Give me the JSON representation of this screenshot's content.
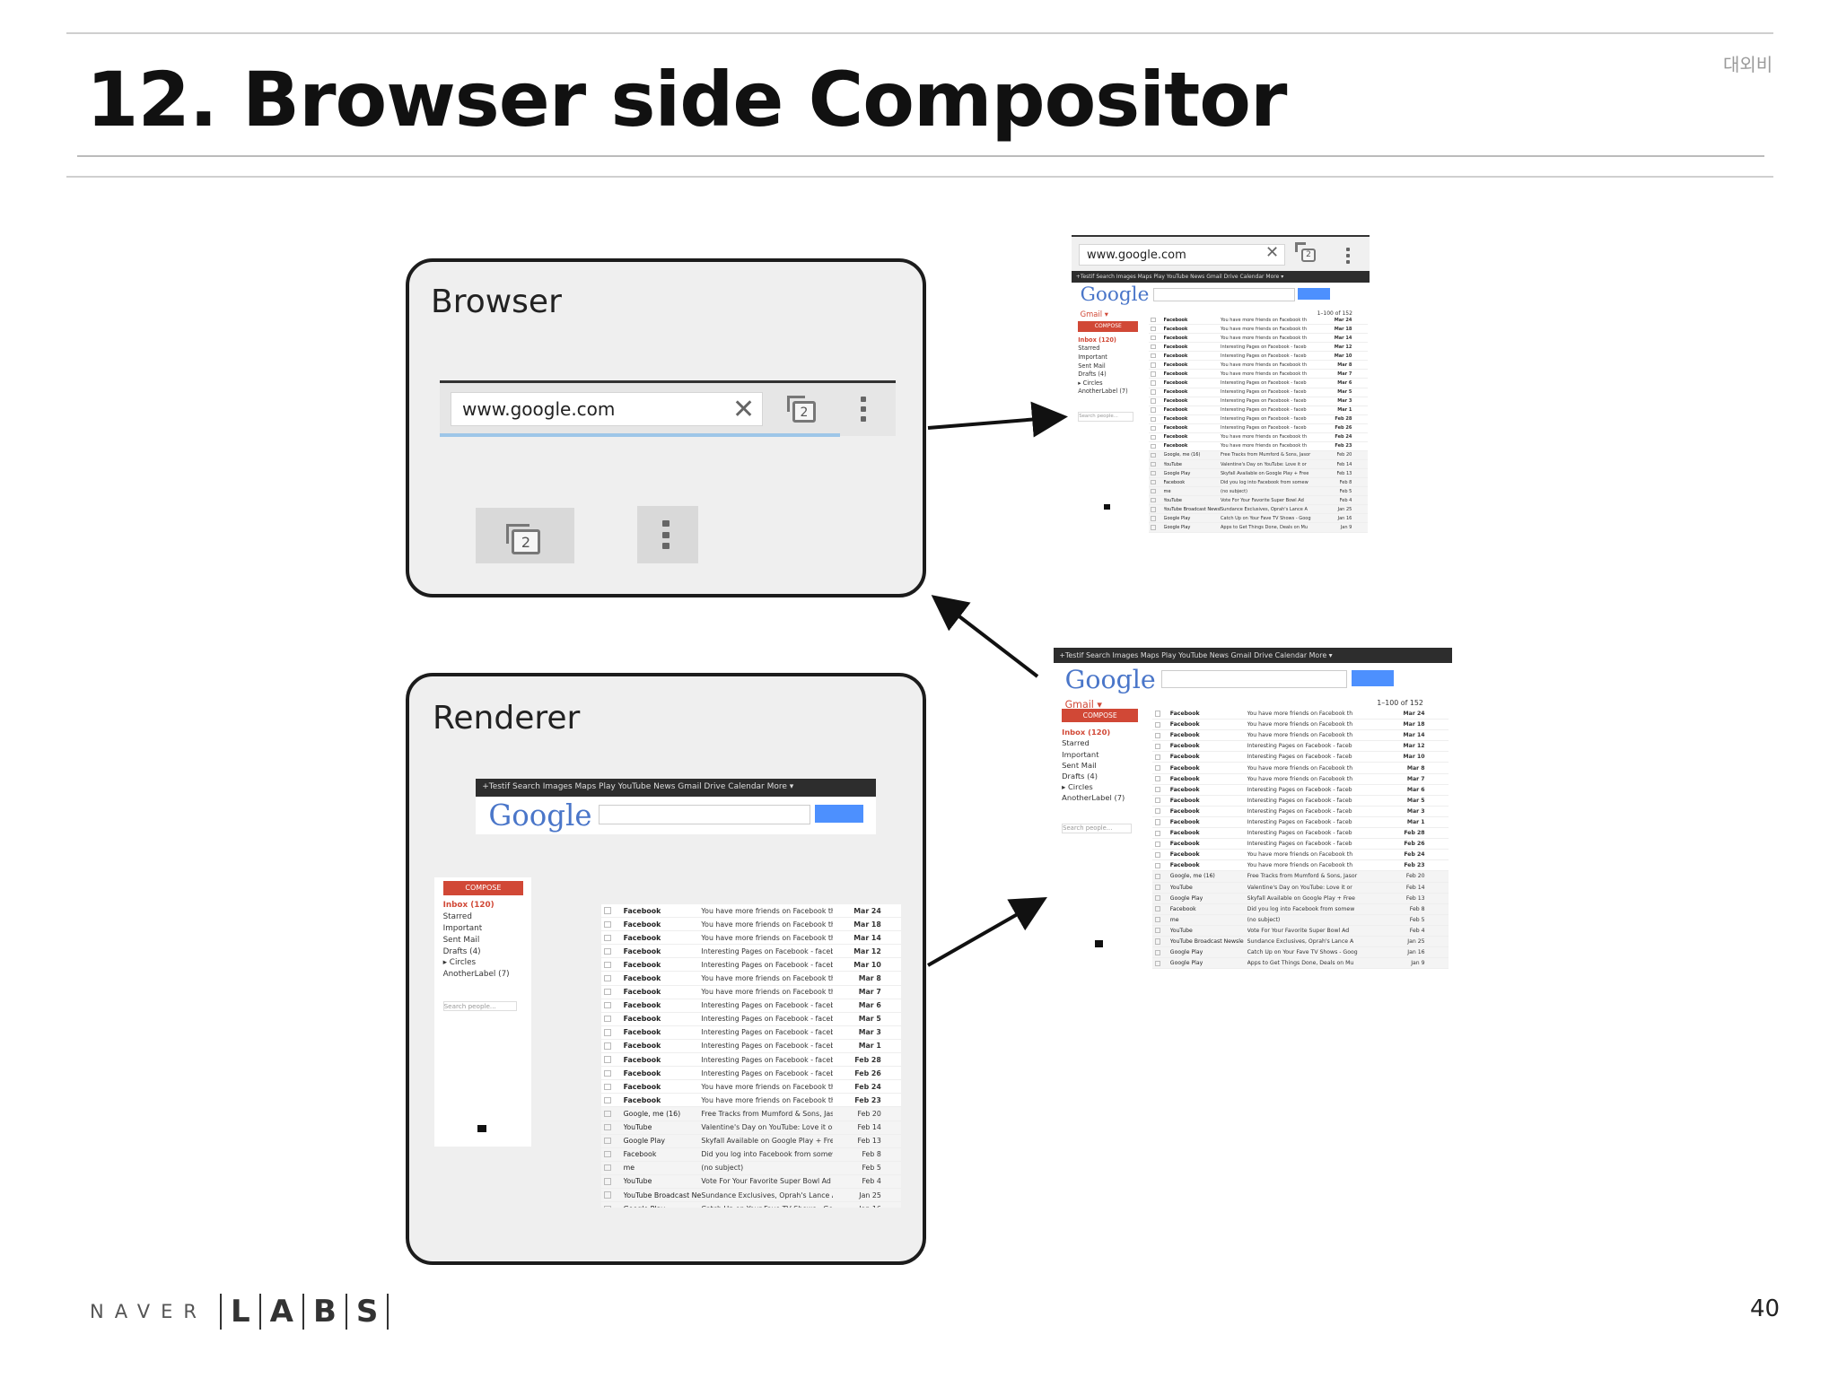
{
  "slide": {
    "title": "12. Browser side Compositor",
    "confidential_label": "대외비",
    "page_number": "40",
    "logo_naver": "NAVER",
    "logo_labs": [
      "L",
      "A",
      "B",
      "S"
    ]
  },
  "browser_box": {
    "label": "Browser",
    "url": "www.google.com",
    "tab_count": "2"
  },
  "renderer_box": {
    "label": "Renderer"
  },
  "composited_view": {
    "url": "www.google.com",
    "tab_count": "2"
  },
  "gmail": {
    "logo": "Google",
    "label": "Gmail ▾",
    "compose": "COMPOSE",
    "nav": [
      "Inbox (120)",
      "Starred",
      "Important",
      "Sent Mail",
      "Drafts (4)",
      "▸ Circles",
      "AnotherLabel (7)"
    ],
    "search_people": "Search people...",
    "topbar": "+Testif   Search   Images   Maps   Play   YouTube   News   Gmail   Drive   Calendar   More ▾",
    "count": "1–100 of 152",
    "rows": [
      {
        "from": "Facebook",
        "subject": "You have more friends on Facebook th",
        "date": "Mar 24"
      },
      {
        "from": "Facebook",
        "subject": "You have more friends on Facebook th",
        "date": "Mar 18"
      },
      {
        "from": "Facebook",
        "subject": "You have more friends on Facebook th",
        "date": "Mar 14"
      },
      {
        "from": "Facebook",
        "subject": "Interesting Pages on Facebook - faceb",
        "date": "Mar 12"
      },
      {
        "from": "Facebook",
        "subject": "Interesting Pages on Facebook - faceb",
        "date": "Mar 10"
      },
      {
        "from": "Facebook",
        "subject": "You have more friends on Facebook th",
        "date": "Mar 8"
      },
      {
        "from": "Facebook",
        "subject": "You have more friends on Facebook th",
        "date": "Mar 7"
      },
      {
        "from": "Facebook",
        "subject": "Interesting Pages on Facebook - faceb",
        "date": "Mar 6"
      },
      {
        "from": "Facebook",
        "subject": "Interesting Pages on Facebook - faceb",
        "date": "Mar 5"
      },
      {
        "from": "Facebook",
        "subject": "Interesting Pages on Facebook - faceb",
        "date": "Mar 3"
      },
      {
        "from": "Facebook",
        "subject": "Interesting Pages on Facebook - faceb",
        "date": "Mar 1"
      },
      {
        "from": "Facebook",
        "subject": "Interesting Pages on Facebook - faceb",
        "date": "Feb 28"
      },
      {
        "from": "Facebook",
        "subject": "Interesting Pages on Facebook - faceb",
        "date": "Feb 26"
      },
      {
        "from": "Facebook",
        "subject": "You have more friends on Facebook th",
        "date": "Feb 24"
      },
      {
        "from": "Facebook",
        "subject": "You have more friends on Facebook th",
        "date": "Feb 23"
      },
      {
        "from": "Google, me (16)",
        "subject": "Free Tracks from Mumford & Sons, Jasor",
        "date": "Feb 20"
      },
      {
        "from": "YouTube",
        "subject": "Valentine's Day on YouTube: Love it or",
        "date": "Feb 14"
      },
      {
        "from": "Google Play",
        "subject": "Skyfall Available on Google Play + Free",
        "date": "Feb 13"
      },
      {
        "from": "Facebook",
        "subject": "Did you log into Facebook from somew",
        "date": "Feb 8"
      },
      {
        "from": "me",
        "subject": "(no subject)",
        "date": "Feb 5"
      },
      {
        "from": "YouTube",
        "subject": "Vote For Your Favorite Super Bowl Ad",
        "date": "Feb 4"
      },
      {
        "from": "YouTube Broadcast Newsle",
        "subject": "Sundance Exclusives, Oprah's Lance A",
        "date": "Jan 25"
      },
      {
        "from": "Google Play",
        "subject": "Catch Up on Your Fave TV Shows - Goog",
        "date": "Jan 16"
      },
      {
        "from": "Google Play",
        "subject": "Apps to Get Things Done, Deals on Mu",
        "date": "Jan 9"
      }
    ]
  }
}
